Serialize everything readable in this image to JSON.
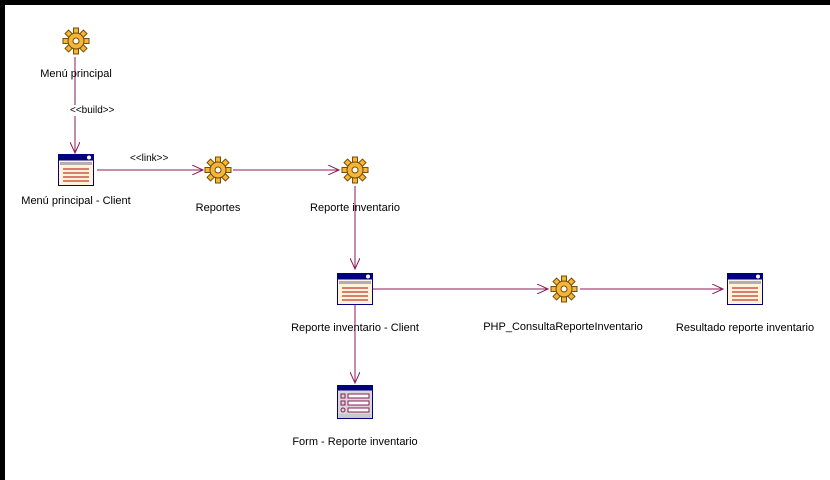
{
  "colors": {
    "edge": "#8b1a5a",
    "gear_fill": "#f2b63a",
    "gear_stroke": "#7a4a00",
    "page_frame": "#000080",
    "page_body": "#fff3da",
    "page_lines": "#c0392b"
  },
  "nodes": {
    "menu_principal": {
      "label": "Menú principal",
      "kind": "server-page",
      "icon": "gear-icon"
    },
    "menu_principal_client": {
      "label": "Menú principal - Client",
      "kind": "client-page",
      "icon": "client-page-icon"
    },
    "reportes": {
      "label": "Reportes",
      "kind": "server-page",
      "icon": "gear-icon"
    },
    "reporte_inventario": {
      "label": "Reporte inventario",
      "kind": "server-page",
      "icon": "gear-icon"
    },
    "reporte_inventario_client": {
      "label": "Reporte inventario - Client",
      "kind": "client-page",
      "icon": "client-page-icon"
    },
    "php_consulta": {
      "label": "PHP_ConsultaReporteInventario",
      "kind": "server-page",
      "icon": "gear-icon"
    },
    "resultado": {
      "label": "Resultado reporte inventario",
      "kind": "client-page",
      "icon": "client-page-icon"
    },
    "form": {
      "label": "Form - Reporte inventario",
      "kind": "form",
      "icon": "form-icon"
    }
  },
  "edges": {
    "build": {
      "from": "Menú principal",
      "to": "Menú principal - Client",
      "stereotype": "<<build>>"
    },
    "link": {
      "from": "Menú principal - Client",
      "to": "Reportes",
      "stereotype": "<<link>>"
    },
    "reportes_to_inventario": {
      "from": "Reportes",
      "to": "Reporte inventario",
      "stereotype": ""
    },
    "inventario_to_client": {
      "from": "Reporte inventario",
      "to": "Reporte inventario - Client",
      "stereotype": ""
    },
    "client_to_php": {
      "from": "Reporte inventario - Client",
      "to": "PHP_ConsultaReporteInventario",
      "stereotype": ""
    },
    "php_to_resultado": {
      "from": "PHP_ConsultaReporteInventario",
      "to": "Resultado reporte inventario",
      "stereotype": ""
    },
    "client_to_form": {
      "from": "Reporte inventario - Client",
      "to": "Form - Reporte inventario",
      "stereotype": ""
    }
  }
}
